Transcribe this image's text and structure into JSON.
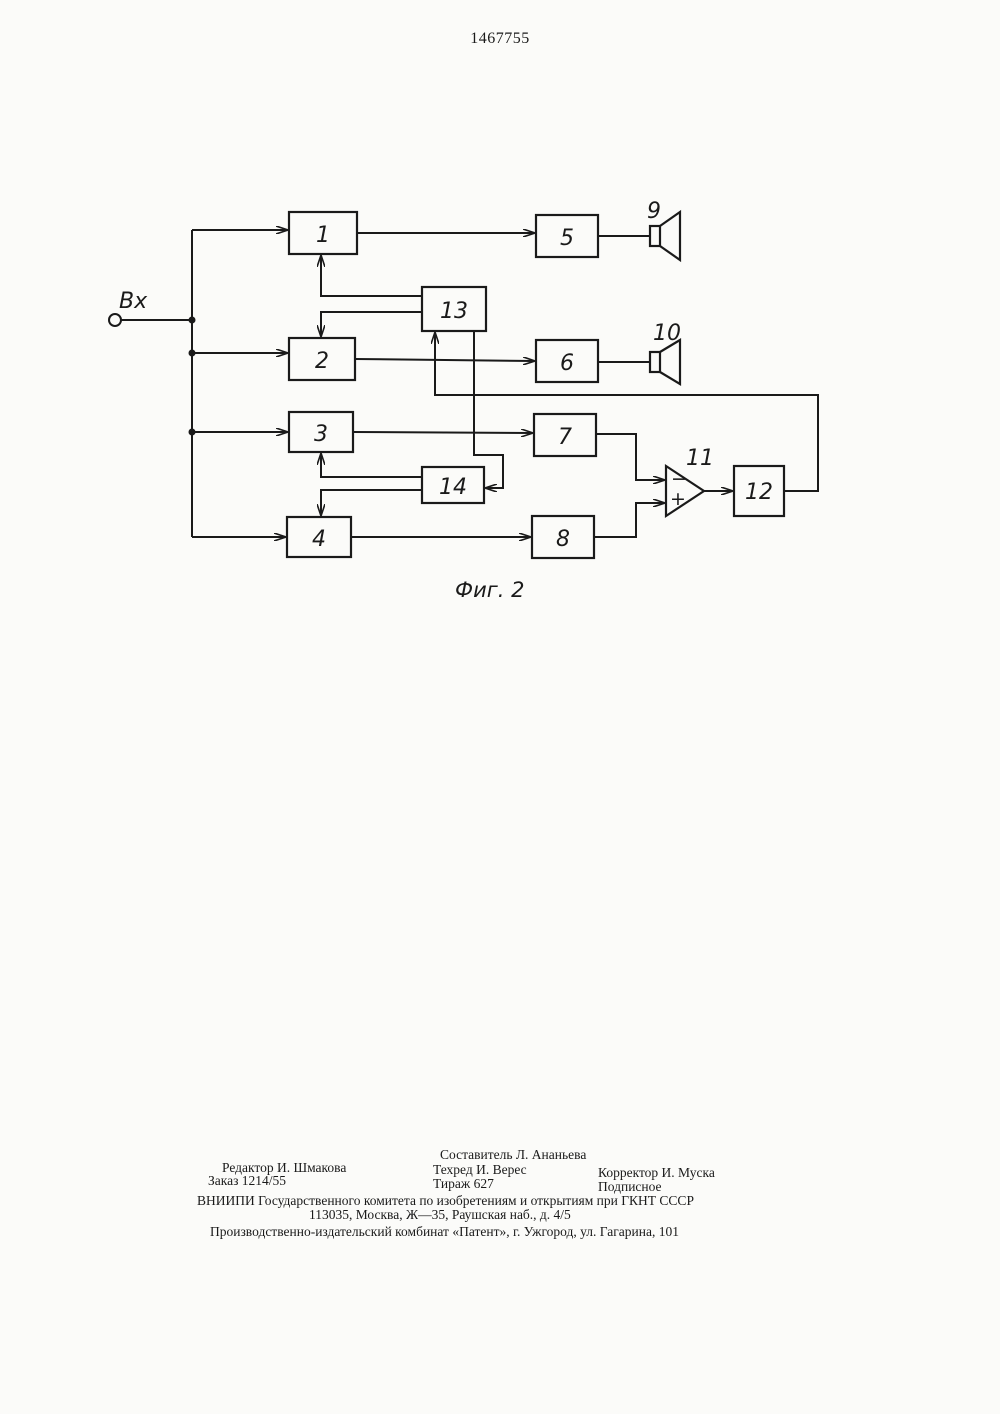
{
  "patent_number": "1467755",
  "figure": {
    "caption": "Фиг. 2",
    "input_label": "Вх",
    "blocks": [
      {
        "id": "b1",
        "label": "1"
      },
      {
        "id": "b2",
        "label": "2"
      },
      {
        "id": "b3",
        "label": "3"
      },
      {
        "id": "b4",
        "label": "4"
      },
      {
        "id": "b5",
        "label": "5"
      },
      {
        "id": "b6",
        "label": "6"
      },
      {
        "id": "b7",
        "label": "7"
      },
      {
        "id": "b8",
        "label": "8"
      },
      {
        "id": "b12",
        "label": "12"
      },
      {
        "id": "b13",
        "label": "13"
      },
      {
        "id": "b14",
        "label": "14"
      }
    ],
    "speakers": [
      {
        "id": "s9",
        "label": "9"
      },
      {
        "id": "s10",
        "label": "10"
      }
    ],
    "amplifier": {
      "label": "11",
      "minus": "−",
      "plus": "+"
    }
  },
  "imprint": {
    "composer": "Составитель Л. Ананьева",
    "editor": "Редактор И. Шмакова",
    "techred": "Техред И. Верес",
    "corrector": "Корректор И. Муска",
    "order": "Заказ 1214/55",
    "circulation": "Тираж 627",
    "subscription": "Подписное",
    "org": "ВНИИПИ Государственного комитета по изобретениям и открытиям при ГКНТ СССР",
    "address": "113035, Москва, Ж—35, Раушская наб., д. 4/5",
    "printer": "Производственно-издательский комбинат «Патент», г. Ужгород, ул. Гагарина, 101"
  }
}
